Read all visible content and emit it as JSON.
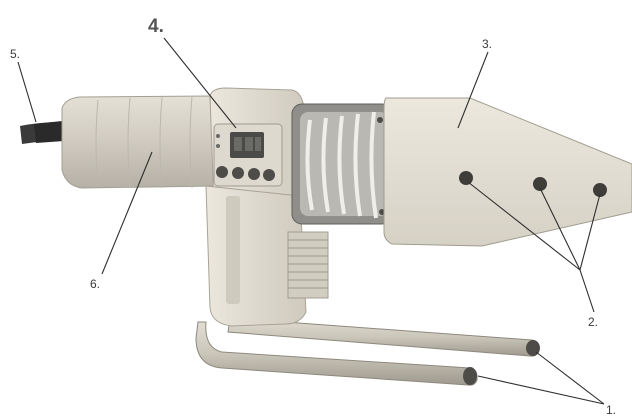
{
  "labels": {
    "stands": "1.",
    "holes": "2.",
    "heating_plate": "3.",
    "display": "4.",
    "cable": "5.",
    "handle": "6."
  },
  "colors": {
    "background": "#ffffff",
    "body": "#e2ded4",
    "body_shade": "#c9c4b8",
    "plate": "#e6e2d6",
    "metal": "#a9a9a9",
    "cable": "#3a3a3a",
    "display": "#4a4a48",
    "label_text": "#3a3a3a"
  }
}
